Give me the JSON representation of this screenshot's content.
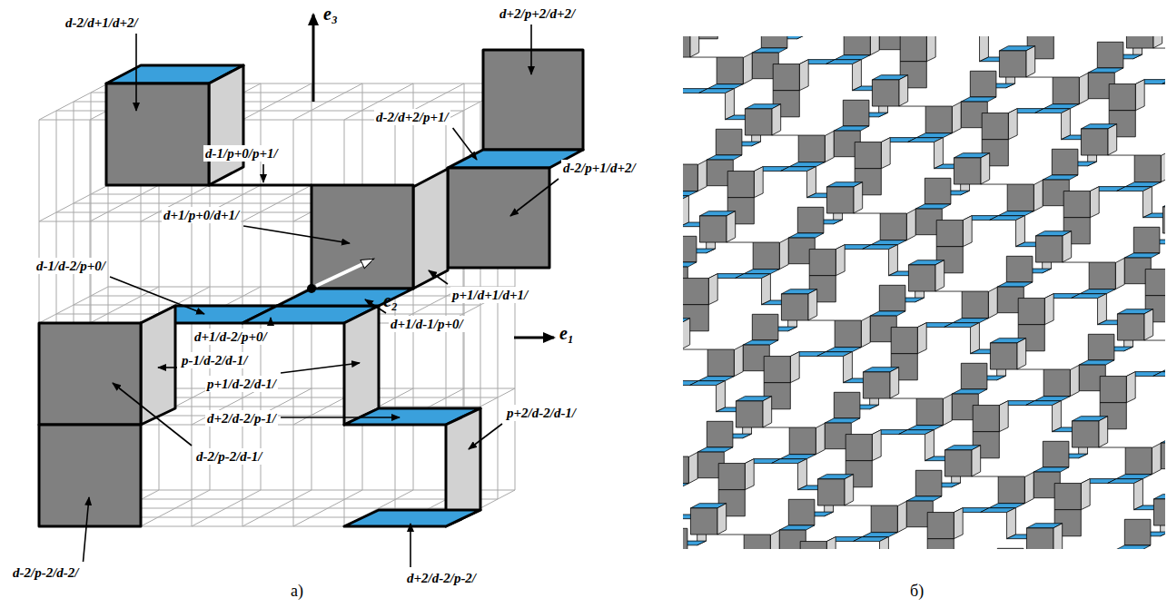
{
  "diagram": {
    "labels": [
      "d-2/d+1/d+2/",
      "e₃",
      "d+2/p+2/d+2/",
      "d-2/d+2/p+1/",
      "d-1/p+0/p+1/",
      "d-2/p+1/d+2/",
      "d+1/p+0/d+1/",
      "d-1/d-2/p+0/",
      "e₂",
      "e₁",
      "p+1/d+1/d+1/",
      "d+1/d-2/p+0/",
      "d+1/d-1/p+0/",
      "p-1/d-2/d-1/",
      "p+1/d-2/d-1/",
      "p+2/d-2/d-1/",
      "d+2/d-2/p-1/",
      "d-2/p-2/d-1/",
      "d-2/p-2/d-2/",
      "d+2/d-2/p-2/",
      "а)",
      "б)"
    ]
  }
}
